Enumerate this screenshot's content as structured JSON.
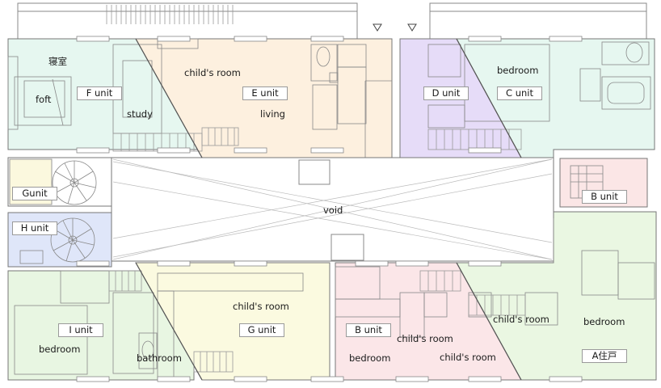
{
  "colors": {
    "F": "#e6f7f0",
    "E": "#fdf0df",
    "D": "#e6dcf8",
    "C": "#e6f7f0",
    "G": "#fbf8de",
    "H": "#dfe6f9",
    "B": "#fbe6e6",
    "I": "#e8f6e2",
    "A": "#eaf7e2",
    "G_lower": "#fbfae0",
    "B_lower": "#fbe6e8",
    "void": "#ffffff",
    "line": "#777777"
  },
  "labels": {
    "shinshitsu": "寝室",
    "foft": "foft",
    "study": "study",
    "childs_room_top": "child's room",
    "living": "living",
    "bedroom_top_right": "bedroom",
    "void": "void",
    "childs_room_bottom_center": "child's room",
    "bedroom_bottom_left": "bedroom",
    "bathroom": "bathroom",
    "bedroom_bottom_center": "bedroom",
    "childs_room_b1": "child's room",
    "childs_room_b2": "child's room",
    "childs_room_right": "child's room",
    "bedroom_bottom_right": "bedroom"
  },
  "units": {
    "f": "F unit",
    "e": "E unit",
    "d": "D unit",
    "c": "C unit",
    "g": "Gunit",
    "h": "H unit",
    "b_right": "B unit",
    "i": "I unit",
    "g_lower": "G unit",
    "b_lower": "B unit",
    "a": "A住戸"
  }
}
